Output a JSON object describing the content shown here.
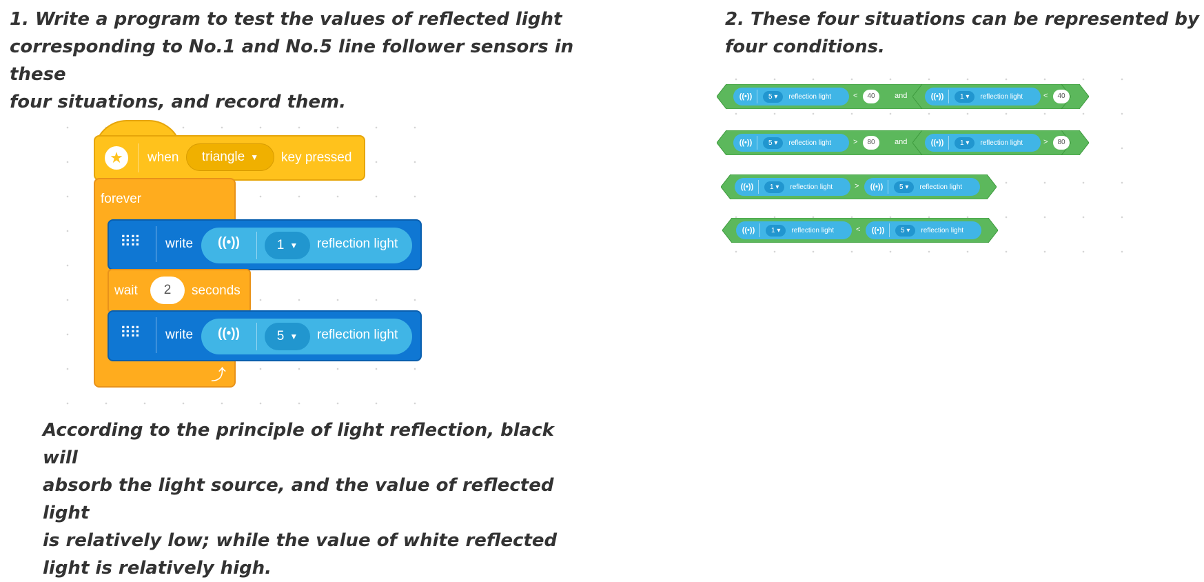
{
  "headings": {
    "left": "1. Write a program to test the values of reflected light\ncorresponding to No.1 and No.5 line follower sensors in these\nfour situations, and record them.",
    "right": "2. These four situations can be represented by\nfour conditions."
  },
  "note": "According to the principle of light reflection, black will\nabsorb the light source, and the value of reflected light\nis relatively low; while the value of white reflected\nlight is relatively high.",
  "program": {
    "hat": {
      "when": "when",
      "dropdown": "triangle",
      "suffix": "key pressed",
      "icon": "star-icon"
    },
    "forever_label": "forever",
    "write1": {
      "label": "write",
      "port": "1",
      "reporter": "reflection light",
      "icon": "led-matrix-icon"
    },
    "wait": {
      "label": "wait",
      "value": "2",
      "unit": "seconds"
    },
    "write2": {
      "label": "write",
      "port": "5",
      "reporter": "reflection light",
      "icon": "led-matrix-icon"
    },
    "loop_icon": "loop-arrow-icon"
  },
  "conditions": [
    {
      "a_port": "5",
      "a_text": "reflection light",
      "a_op": "<",
      "a_num": "40",
      "joiner": "and",
      "b_port": "1",
      "b_text": "reflection light",
      "b_op": "<",
      "b_num": "40"
    },
    {
      "a_port": "5",
      "a_text": "reflection light",
      "a_op": ">",
      "a_num": "80",
      "joiner": "and",
      "b_port": "1",
      "b_text": "reflection light",
      "b_op": ">",
      "b_num": "80"
    },
    {
      "a_port": "1",
      "a_text": "reflection light",
      "op": ">",
      "b_port": "5",
      "b_text": "reflection light"
    },
    {
      "a_port": "1",
      "a_text": "reflection light",
      "op": "<",
      "b_port": "5",
      "b_text": "reflection light"
    }
  ],
  "colors": {
    "event_yellow": "#ffc21c",
    "control_orange": "#ffac1e",
    "display_blue": "#0f77d3",
    "sensor_cyan": "#40b5e6",
    "operator_green": "#5cb85c"
  }
}
